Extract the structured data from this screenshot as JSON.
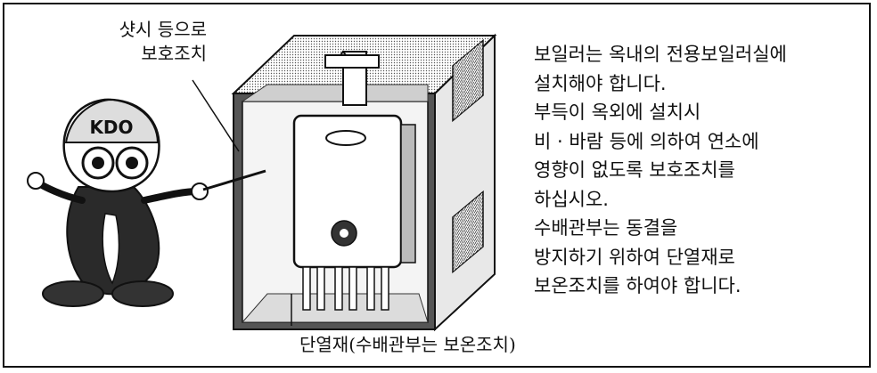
{
  "labels": {
    "sash_line1": "샷시 등으로",
    "sash_line2": "보호조치",
    "insulation": "단열재(수배관부는 보온조치)"
  },
  "notes": [
    "보일러는 옥내의 전용보일러실에",
    "설치해야 합니다.",
    "부득이 옥외에 설치시",
    "비 · 바람 등에 의하여 연소에",
    "영향이 없도록 보호조치를",
    "하십시오.",
    "수배관부는 동결을",
    "방지하기 위하여 단열재로",
    "보온조치를 하여야 합니다."
  ],
  "mascot_text": "KDO",
  "colors": {
    "ink": "#111111",
    "paper": "#ffffff",
    "mid_gray": "#8a8a8a",
    "light_gray": "#d9d9d9"
  }
}
